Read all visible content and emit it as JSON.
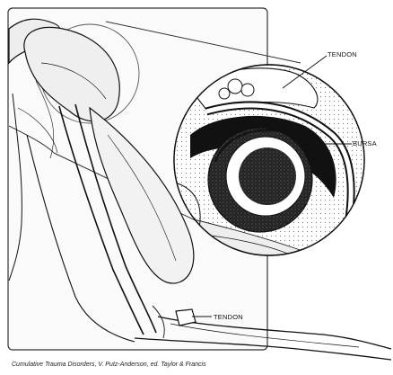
{
  "labels": {
    "tendon_top": "TENDON",
    "bursa": "BURSA",
    "tendon_bottom": "TENDON"
  },
  "caption": "Cumulative Trauma Disorders, V. Putz-Anderson, ed. Taylor & Francis",
  "colors": {
    "ink": "#111111",
    "panel": "#ffffff",
    "bone_fill": "#1a1a1a",
    "soft_tissue": "#f4f4f4"
  }
}
